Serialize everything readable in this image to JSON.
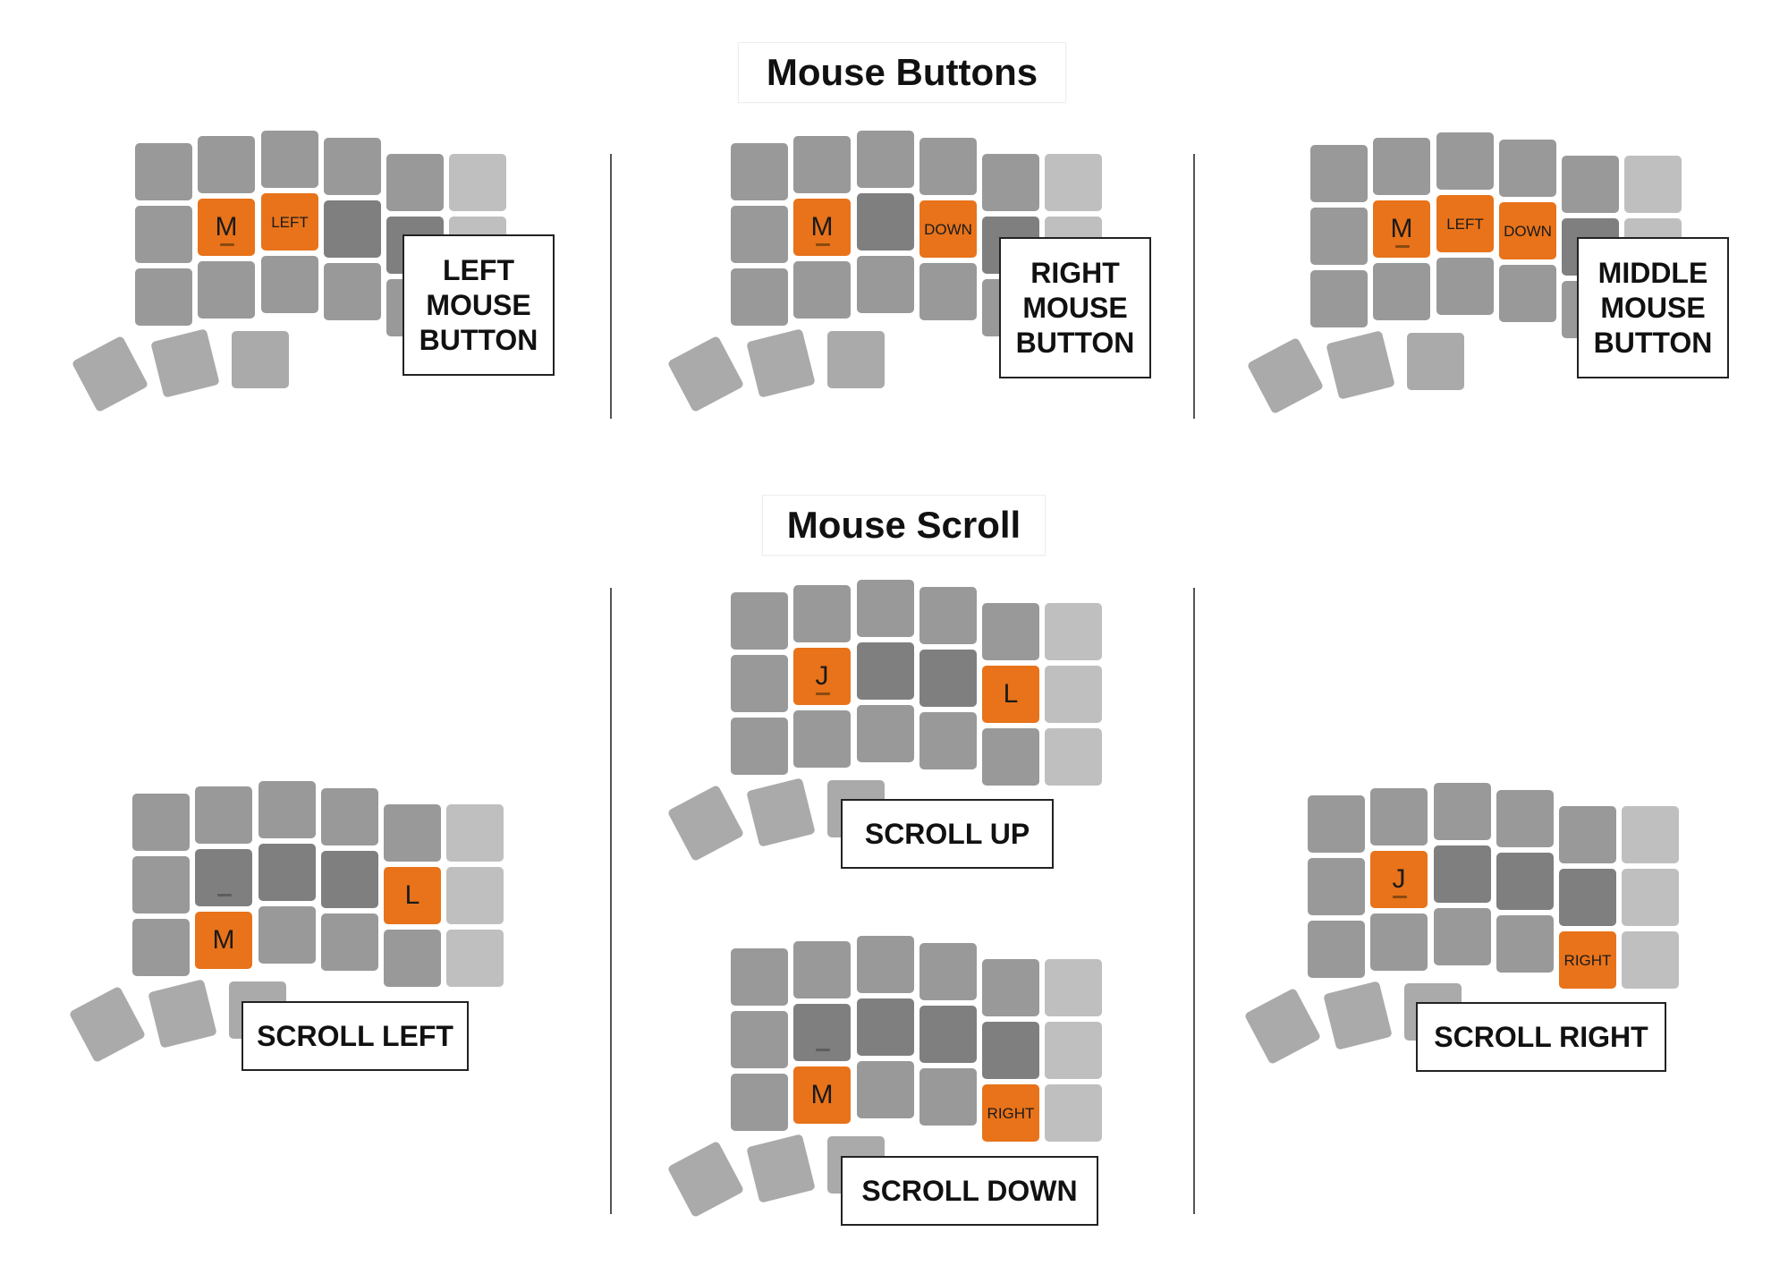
{
  "titles": {
    "buttons": "Mouse Buttons",
    "scroll": "Mouse Scroll"
  },
  "colors": {
    "key": "#999999",
    "key_dark": "#7f7f7f",
    "key_light": "#bfbfbf",
    "highlight": "#e8731a"
  },
  "diagrams": [
    {
      "id": "left-click",
      "label_lines": [
        "LEFT",
        "MOUSE",
        "BUTTON"
      ],
      "highlighted_keys": [
        {
          "pos": "home-index",
          "text": "M"
        },
        {
          "pos": "home-middle",
          "text": "LEFT"
        }
      ]
    },
    {
      "id": "right-click",
      "label_lines": [
        "RIGHT",
        "MOUSE",
        "BUTTON"
      ],
      "highlighted_keys": [
        {
          "pos": "home-index",
          "text": "M"
        },
        {
          "pos": "home-ring",
          "text": "DOWN"
        }
      ]
    },
    {
      "id": "middle-click",
      "label_lines": [
        "MIDDLE",
        "MOUSE",
        "BUTTON"
      ],
      "highlighted_keys": [
        {
          "pos": "home-index",
          "text": "M"
        },
        {
          "pos": "home-middle",
          "text": "LEFT"
        },
        {
          "pos": "home-ring",
          "text": "DOWN"
        }
      ]
    },
    {
      "id": "scroll-left",
      "label_lines": [
        "SCROLL LEFT"
      ],
      "highlighted_keys": [
        {
          "pos": "bottom-index",
          "text": "M"
        },
        {
          "pos": "home-pinky",
          "text": "L"
        }
      ]
    },
    {
      "id": "scroll-up",
      "label_lines": [
        "SCROLL UP"
      ],
      "highlighted_keys": [
        {
          "pos": "home-index",
          "text": "J"
        },
        {
          "pos": "home-pinky",
          "text": "L"
        }
      ]
    },
    {
      "id": "scroll-down",
      "label_lines": [
        "SCROLL DOWN"
      ],
      "highlighted_keys": [
        {
          "pos": "bottom-index",
          "text": "M"
        },
        {
          "pos": "bottom-pinky",
          "text": "RIGHT"
        }
      ]
    },
    {
      "id": "scroll-right",
      "label_lines": [
        "SCROLL RIGHT"
      ],
      "highlighted_keys": [
        {
          "pos": "home-index",
          "text": "J"
        },
        {
          "pos": "bottom-pinky",
          "text": "RIGHT"
        }
      ]
    }
  ]
}
